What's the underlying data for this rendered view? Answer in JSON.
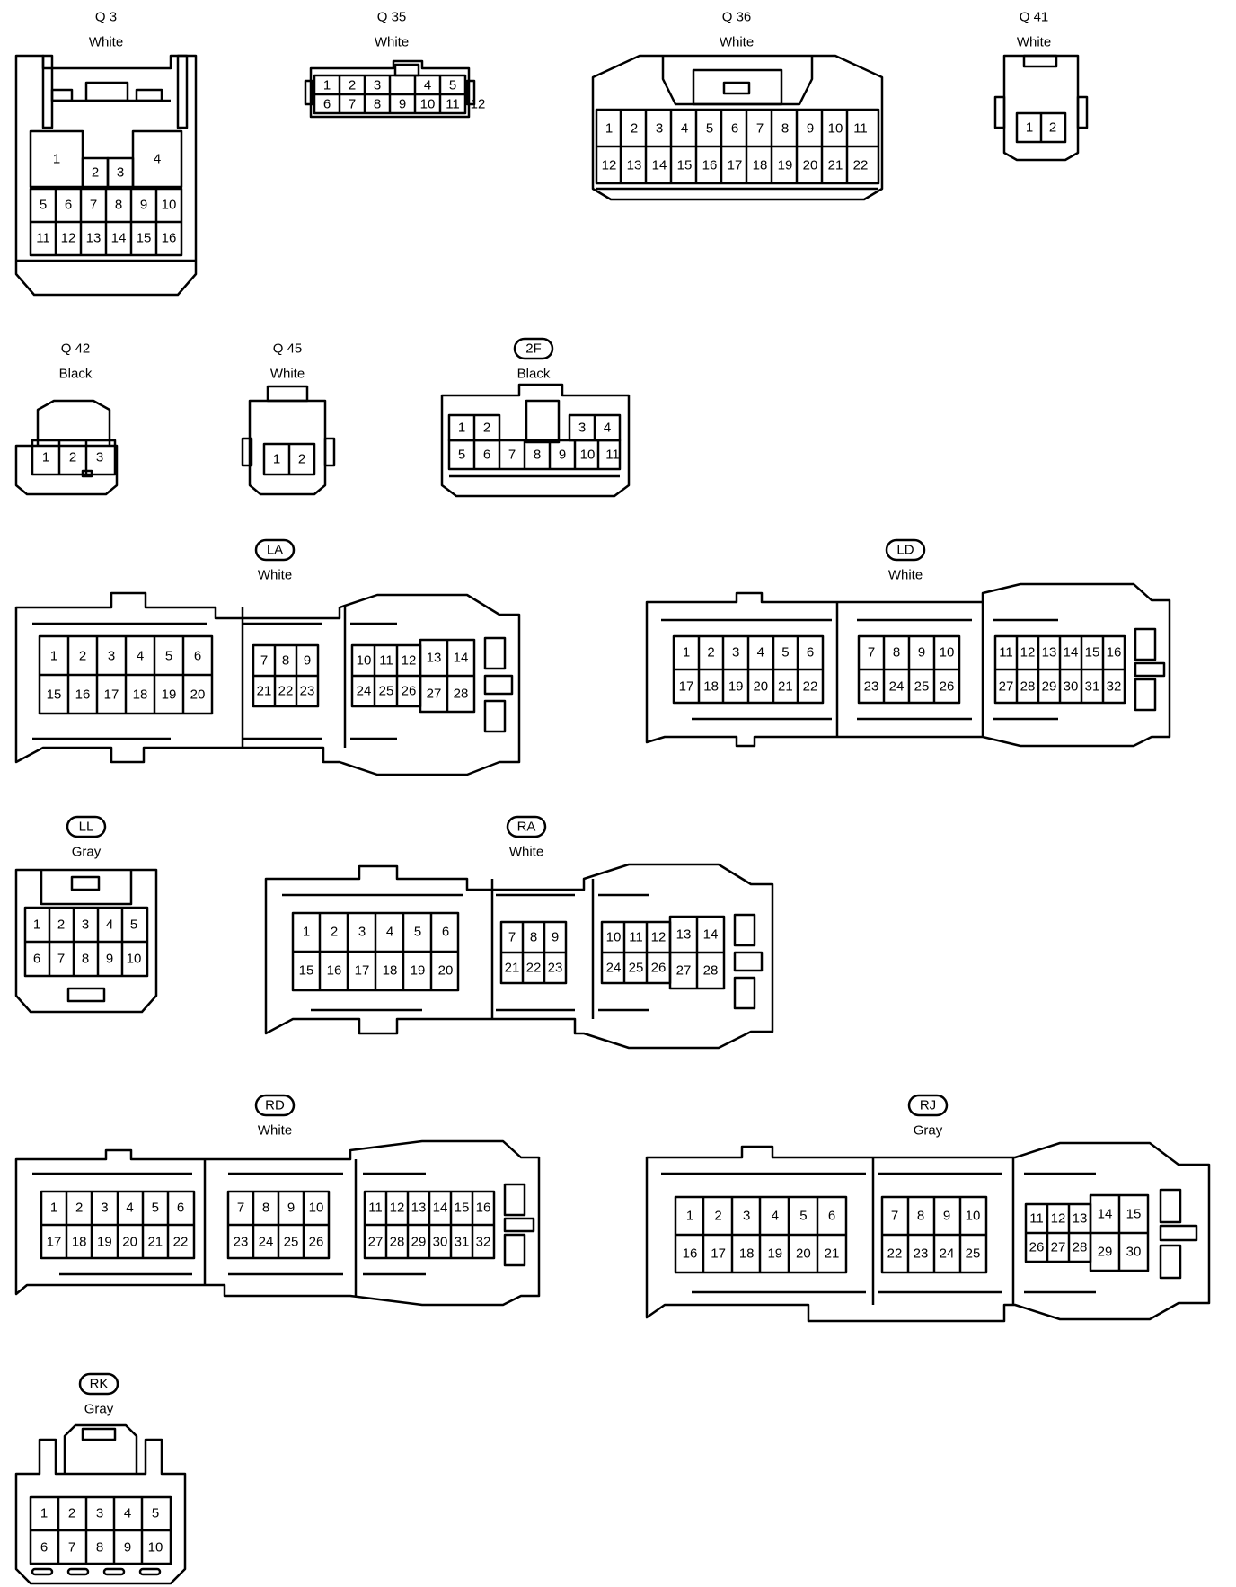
{
  "connectors": [
    {
      "id": "q3",
      "code": "Q 3",
      "color": "White",
      "pins": [
        "1",
        "2",
        "3",
        "4",
        "5",
        "6",
        "7",
        "8",
        "9",
        "10",
        "11",
        "12",
        "13",
        "14",
        "15",
        "16"
      ]
    },
    {
      "id": "q35",
      "code": "Q 35",
      "color": "White",
      "pins": [
        "1",
        "2",
        "3",
        "4",
        "5",
        "6",
        "7",
        "8",
        "9",
        "10",
        "11",
        "12"
      ]
    },
    {
      "id": "q36",
      "code": "Q 36",
      "color": "White",
      "pins": [
        "1",
        "2",
        "3",
        "4",
        "5",
        "6",
        "7",
        "8",
        "9",
        "10",
        "11",
        "12",
        "13",
        "14",
        "15",
        "16",
        "17",
        "18",
        "19",
        "20",
        "21",
        "22"
      ]
    },
    {
      "id": "q41",
      "code": "Q 41",
      "color": "White",
      "pins": [
        "1",
        "2"
      ]
    },
    {
      "id": "q42",
      "code": "Q 42",
      "color": "Black",
      "pins": [
        "1",
        "2",
        "3"
      ]
    },
    {
      "id": "q45",
      "code": "Q 45",
      "color": "White",
      "pins": [
        "1",
        "2"
      ]
    },
    {
      "id": "c2f",
      "code": "2F",
      "color": "Black",
      "pins": [
        "1",
        "2",
        "3",
        "4",
        "5",
        "6",
        "7",
        "8",
        "9",
        "10",
        "11"
      ]
    },
    {
      "id": "la",
      "code": "LA",
      "color": "White",
      "pins": [
        "1",
        "2",
        "3",
        "4",
        "5",
        "6",
        "7",
        "8",
        "9",
        "10",
        "11",
        "12",
        "13",
        "14",
        "15",
        "16",
        "17",
        "18",
        "19",
        "20",
        "21",
        "22",
        "23",
        "24",
        "25",
        "26",
        "27",
        "28"
      ]
    },
    {
      "id": "ld",
      "code": "LD",
      "color": "White",
      "pins": [
        "1",
        "2",
        "3",
        "4",
        "5",
        "6",
        "7",
        "8",
        "9",
        "10",
        "11",
        "12",
        "13",
        "14",
        "15",
        "16",
        "17",
        "18",
        "19",
        "20",
        "21",
        "22",
        "23",
        "24",
        "25",
        "26",
        "27",
        "28",
        "29",
        "30",
        "31",
        "32"
      ]
    },
    {
      "id": "ll",
      "code": "LL",
      "color": "Gray",
      "pins": [
        "1",
        "2",
        "3",
        "4",
        "5",
        "6",
        "7",
        "8",
        "9",
        "10"
      ]
    },
    {
      "id": "ra",
      "code": "RA",
      "color": "White",
      "pins": [
        "1",
        "2",
        "3",
        "4",
        "5",
        "6",
        "7",
        "8",
        "9",
        "10",
        "11",
        "12",
        "13",
        "14",
        "15",
        "16",
        "17",
        "18",
        "19",
        "20",
        "21",
        "22",
        "23",
        "24",
        "25",
        "26",
        "27",
        "28"
      ]
    },
    {
      "id": "rd",
      "code": "RD",
      "color": "White",
      "pins": [
        "1",
        "2",
        "3",
        "4",
        "5",
        "6",
        "7",
        "8",
        "9",
        "10",
        "11",
        "12",
        "13",
        "14",
        "15",
        "16",
        "17",
        "18",
        "19",
        "20",
        "21",
        "22",
        "23",
        "24",
        "25",
        "26",
        "27",
        "28",
        "29",
        "30",
        "31",
        "32"
      ]
    },
    {
      "id": "rj",
      "code": "RJ",
      "color": "Gray",
      "pins": [
        "1",
        "2",
        "3",
        "4",
        "5",
        "6",
        "7",
        "8",
        "9",
        "10",
        "11",
        "12",
        "13",
        "14",
        "15",
        "16",
        "17",
        "18",
        "19",
        "20",
        "21",
        "22",
        "23",
        "24",
        "25",
        "26",
        "27",
        "28",
        "29",
        "30"
      ]
    },
    {
      "id": "rk",
      "code": "RK",
      "color": "Gray",
      "pins": [
        "1",
        "2",
        "3",
        "4",
        "5",
        "6",
        "7",
        "8",
        "9",
        "10"
      ]
    }
  ]
}
